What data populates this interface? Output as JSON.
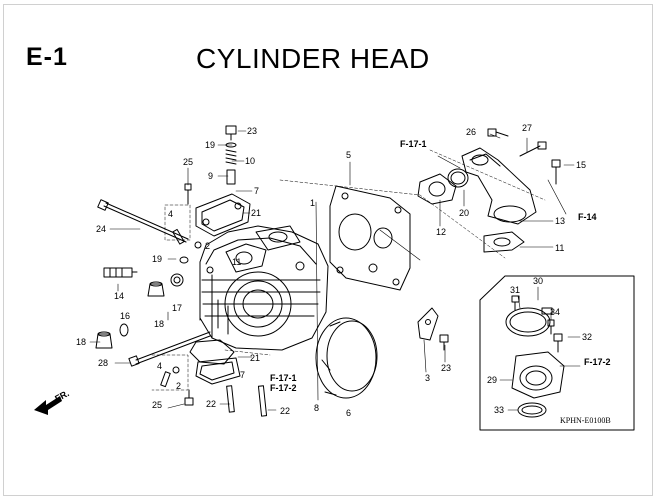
{
  "header": {
    "section_code": "E-1",
    "title": "CYLINDER HEAD"
  },
  "labels": {
    "p1": "1",
    "p2a": "2",
    "p2b": "2",
    "p3": "3",
    "p4a": "4",
    "p4b": "4",
    "p5": "5",
    "p6": "6",
    "p7a": "7",
    "p7b": "7",
    "p8": "8",
    "p9": "9",
    "p10": "10",
    "p11a": "11",
    "p11b": "11",
    "p12": "12",
    "p13": "13",
    "p14": "14",
    "p15": "15",
    "p16": "16",
    "p17": "17",
    "p18a": "18",
    "p18b": "18",
    "p19a": "19",
    "p19b": "19",
    "p20": "20",
    "p21a": "21",
    "p21b": "21",
    "p22a": "22",
    "p22b": "22",
    "p23a": "23",
    "p23b": "23",
    "p24": "24",
    "p25a": "25",
    "p25b": "25",
    "p26": "26",
    "p27": "27",
    "p28": "28",
    "p29": "29",
    "p30": "30",
    "p31": "31",
    "p32": "32",
    "p33": "33",
    "p34": "34"
  },
  "references": {
    "f17_1_top": "F-17-1",
    "f14": "F-14",
    "f17_1_bottom": "F-17-1",
    "f17_2_bottom": "F-17-2",
    "f17_2_right": "F-17-2"
  },
  "front_arrow_label": "FR.",
  "catalog_code": "KPHN-E0100B"
}
